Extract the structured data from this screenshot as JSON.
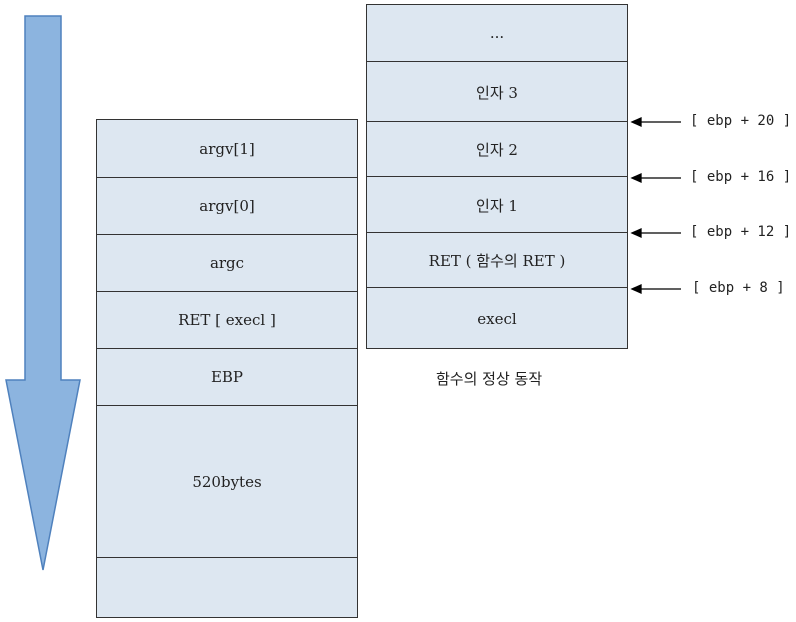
{
  "colors": {
    "cell_fill": "#dde7f1",
    "arrow_fill": "#8cb4df",
    "arrow_stroke": "#4f81bd"
  },
  "icons": {
    "big_arrow": "down-arrow-icon",
    "pointer_arrow": "left-arrow-icon"
  },
  "left_stack": {
    "cells": [
      "argv[1]",
      "argv[0]",
      "argc",
      "RET [ execl ]",
      "EBP",
      "520bytes",
      ""
    ]
  },
  "right_stack": {
    "cells": [
      "...",
      "인자 3",
      "인자 2",
      "인자 1",
      "RET ( 함수의 RET )",
      "execl"
    ],
    "caption": "함수의 정상 동작"
  },
  "pointers": [
    "[ ebp + 20 ]",
    "[ ebp + 16 ]",
    "[ ebp + 12 ]",
    "[ ebp + 8 ]"
  ]
}
